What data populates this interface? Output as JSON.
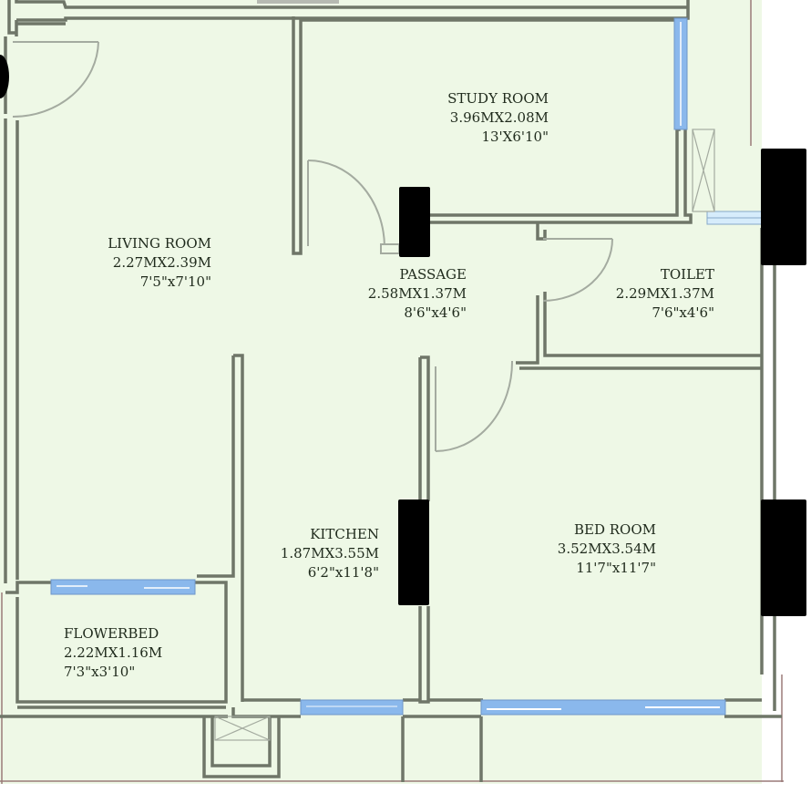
{
  "colors": {
    "floor": "#eef8e6",
    "wall": "#6f7668",
    "wall_fill": "#f3f6ea",
    "window": "#8ab8ec",
    "column": "#000000",
    "door_swing": "#a4aba0",
    "text": "#1f2a1c",
    "outer_boundary": "#9a7a78"
  },
  "rooms": [
    {
      "id": "study",
      "name": "STUDY ROOM",
      "metric": "3.96MX2.08M",
      "imperial": "13'X6'10\""
    },
    {
      "id": "living",
      "name": "LIVING ROOM",
      "metric": "2.27MX2.39M",
      "imperial": "7'5\"x7'10\""
    },
    {
      "id": "passage",
      "name": "PASSAGE",
      "metric": "2.58MX1.37M",
      "imperial": "8'6\"x4'6\""
    },
    {
      "id": "toilet",
      "name": "TOILET",
      "metric": "2.29MX1.37M",
      "imperial": "7'6\"x4'6\""
    },
    {
      "id": "kitchen",
      "name": "KITCHEN",
      "metric": "1.87MX3.55M",
      "imperial": "6'2\"x11'8\""
    },
    {
      "id": "bedroom",
      "name": "BED ROOM",
      "metric": "3.52MX3.54M",
      "imperial": "11'7\"x11'7\""
    },
    {
      "id": "flowerbed",
      "name": "FLOWERBED",
      "metric": "2.22MX1.16M",
      "imperial": "7'3\"x3'10\""
    }
  ],
  "icons": {
    "door": "door-swing-arc",
    "window": "window-glazing",
    "column": "structural-column",
    "shaft": "duct-shaft-cross"
  }
}
